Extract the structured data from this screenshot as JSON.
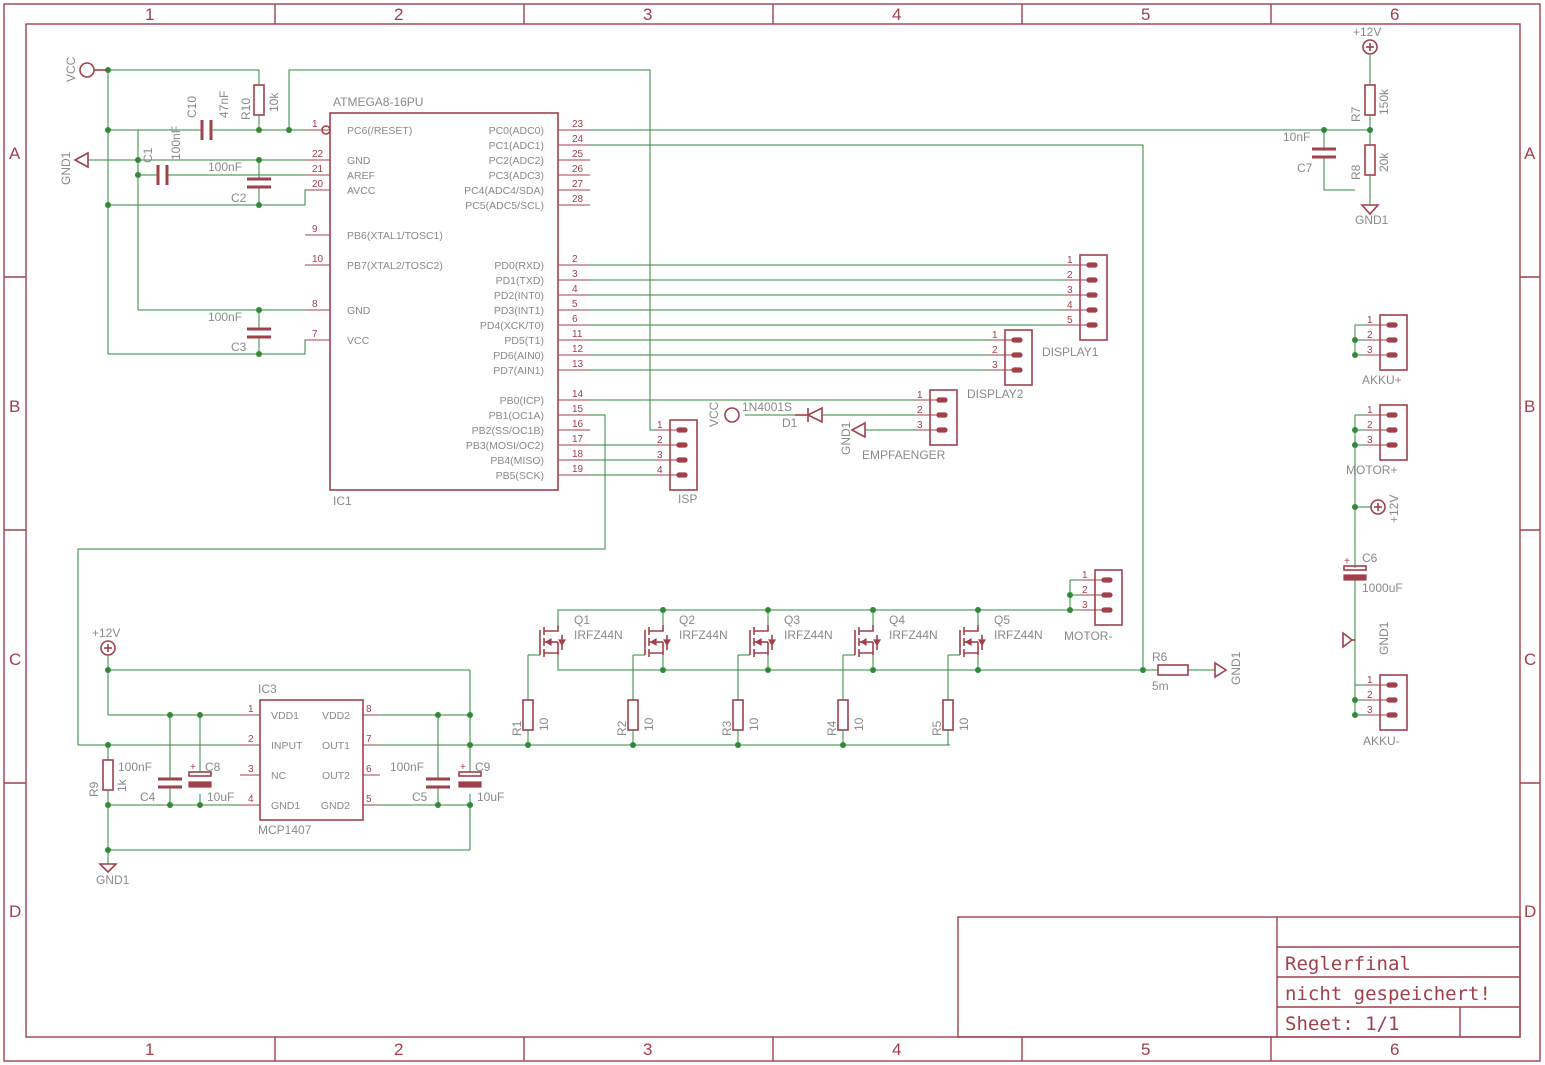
{
  "ruler": {
    "cols": [
      "1",
      "2",
      "3",
      "4",
      "5",
      "6"
    ],
    "rows": [
      "A",
      "B",
      "C",
      "D"
    ]
  },
  "title_block": {
    "name": "Reglerfinal",
    "status": "nicht gespeichert!",
    "sheet": "Sheet: 1/1"
  },
  "ic1": {
    "name": "IC1",
    "value": "ATMEGA8-16PU",
    "left_pins": [
      {
        "num": "1",
        "label": "PC6(/RESET)"
      },
      {
        "num": "22",
        "label": "GND"
      },
      {
        "num": "21",
        "label": "AREF"
      },
      {
        "num": "20",
        "label": "AVCC"
      },
      {
        "num": "9",
        "label": "PB6(XTAL1/TOSC1)"
      },
      {
        "num": "10",
        "label": "PB7(XTAL2/TOSC2)"
      },
      {
        "num": "8",
        "label": "GND"
      },
      {
        "num": "7",
        "label": "VCC"
      }
    ],
    "right_pins": [
      {
        "num": "23",
        "label": "PC0(ADC0)"
      },
      {
        "num": "24",
        "label": "PC1(ADC1)"
      },
      {
        "num": "25",
        "label": "PC2(ADC2)"
      },
      {
        "num": "26",
        "label": "PC3(ADC3)"
      },
      {
        "num": "27",
        "label": "PC4(ADC4/SDA)"
      },
      {
        "num": "28",
        "label": "PC5(ADC5/SCL)"
      },
      {
        "num": "2",
        "label": "PD0(RXD)"
      },
      {
        "num": "3",
        "label": "PD1(TXD)"
      },
      {
        "num": "4",
        "label": "PD2(INT0)"
      },
      {
        "num": "5",
        "label": "PD3(INT1)"
      },
      {
        "num": "6",
        "label": "PD4(XCK/T0)"
      },
      {
        "num": "11",
        "label": "PD5(T1)"
      },
      {
        "num": "12",
        "label": "PD6(AIN0)"
      },
      {
        "num": "13",
        "label": "PD7(AIN1)"
      },
      {
        "num": "14",
        "label": "PB0(ICP)"
      },
      {
        "num": "15",
        "label": "PB1(OC1A)"
      },
      {
        "num": "16",
        "label": "PB2(SS/OC1B)"
      },
      {
        "num": "17",
        "label": "PB3(MOSI/OC2)"
      },
      {
        "num": "18",
        "label": "PB4(MISO)"
      },
      {
        "num": "19",
        "label": "PB5(SCK)"
      }
    ]
  },
  "ic3": {
    "name": "IC3",
    "value": "MCP1407",
    "left_pins": [
      {
        "num": "1",
        "label": "VDD1"
      },
      {
        "num": "2",
        "label": "INPUT"
      },
      {
        "num": "3",
        "label": "NC"
      },
      {
        "num": "4",
        "label": "GND1"
      }
    ],
    "right_pins": [
      {
        "num": "8",
        "label": "VDD2"
      },
      {
        "num": "7",
        "label": "OUT1"
      },
      {
        "num": "6",
        "label": "OUT2"
      },
      {
        "num": "5",
        "label": "GND2"
      }
    ]
  },
  "nets": {
    "vcc": "VCC",
    "gnd": "GND1",
    "v12": "+12V"
  },
  "passives": {
    "c10": {
      "name": "C10",
      "value": "47nF"
    },
    "r10": {
      "name": "R10",
      "value": "10k"
    },
    "c1": {
      "name": "C1",
      "value": "100nF"
    },
    "c2": {
      "name": "C2",
      "value": "100nF"
    },
    "c3": {
      "name": "C3",
      "value": "100nF"
    },
    "r7": {
      "name": "R7",
      "value": "150k"
    },
    "r8": {
      "name": "R8",
      "value": "20k"
    },
    "c7": {
      "name": "C7",
      "value": "10nF"
    },
    "c6": {
      "name": "C6",
      "value": "1000uF"
    },
    "d1": {
      "name": "D1",
      "value": "1N4001S"
    },
    "r6": {
      "name": "R6",
      "value": "5m"
    },
    "c4": {
      "name": "C4",
      "value": "100nF"
    },
    "c8": {
      "name": "C8",
      "value": "10uF"
    },
    "c5": {
      "name": "C5",
      "value": "100nF"
    },
    "c9": {
      "name": "C9",
      "value": "10uF"
    },
    "r9": {
      "name": "R9",
      "value": "1k"
    }
  },
  "gate_resistors": [
    {
      "name": "R1",
      "value": "10"
    },
    {
      "name": "R2",
      "value": "10"
    },
    {
      "name": "R3",
      "value": "10"
    },
    {
      "name": "R4",
      "value": "10"
    },
    {
      "name": "R5",
      "value": "10"
    }
  ],
  "mosfets": [
    {
      "name": "Q1",
      "value": "IRFZ44N"
    },
    {
      "name": "Q2",
      "value": "IRFZ44N"
    },
    {
      "name": "Q3",
      "value": "IRFZ44N"
    },
    {
      "name": "Q4",
      "value": "IRFZ44N"
    },
    {
      "name": "Q5",
      "value": "IRFZ44N"
    }
  ],
  "connectors": {
    "display1": {
      "name": "DISPLAY1",
      "pins": [
        "1",
        "2",
        "3",
        "4",
        "5"
      ]
    },
    "display2": {
      "name": "DISPLAY2",
      "pins": [
        "1",
        "2",
        "3"
      ]
    },
    "empfaenger": {
      "name": "EMPFAENGER",
      "pins": [
        "1",
        "2",
        "3"
      ]
    },
    "isp": {
      "name": "ISP",
      "pins": [
        "1",
        "2",
        "3",
        "4"
      ]
    },
    "motor_minus": {
      "name": "MOTOR-",
      "pins": [
        "1",
        "2",
        "3"
      ]
    },
    "akku_plus": {
      "name": "AKKU+",
      "pins": [
        "1",
        "2",
        "3"
      ]
    },
    "motor_plus": {
      "name": "MOTOR+",
      "pins": [
        "1",
        "2",
        "3"
      ]
    },
    "akku_minus": {
      "name": "AKKU-",
      "pins": [
        "1",
        "2",
        "3"
      ]
    }
  }
}
